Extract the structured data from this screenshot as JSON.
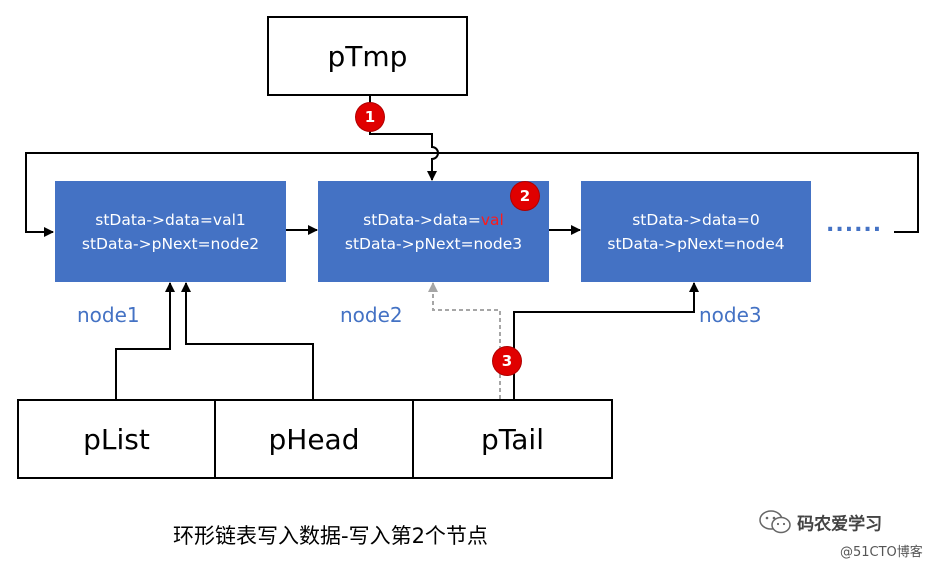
{
  "pointers": {
    "ptmp": "pTmp",
    "plist": "pList",
    "phead": "pHead",
    "ptail": "pTail"
  },
  "nodes": [
    {
      "label": "node1",
      "line1": "stData->data=val1",
      "line2": "stData->pNext=node2"
    },
    {
      "label": "node2",
      "line1_prefix": "stData->data=",
      "line1_highlight": "val",
      "line2": "stData->pNext=node3"
    },
    {
      "label": "node3",
      "line1": "stData->data=0",
      "line2": "stData->pNext=node4"
    }
  ],
  "continuation": "......",
  "steps": [
    "1",
    "2",
    "3"
  ],
  "caption": "环形链表写入数据-写入第2个节点",
  "watermark": {
    "brand": "码农爱学习",
    "blog": "@51CTO博客"
  },
  "colors": {
    "node_fill": "#4472c4",
    "node_label": "#4472c4",
    "badge": "#e00000",
    "highlight": "#ff1a1a",
    "dashed_arrow": "#a6a6a6"
  }
}
